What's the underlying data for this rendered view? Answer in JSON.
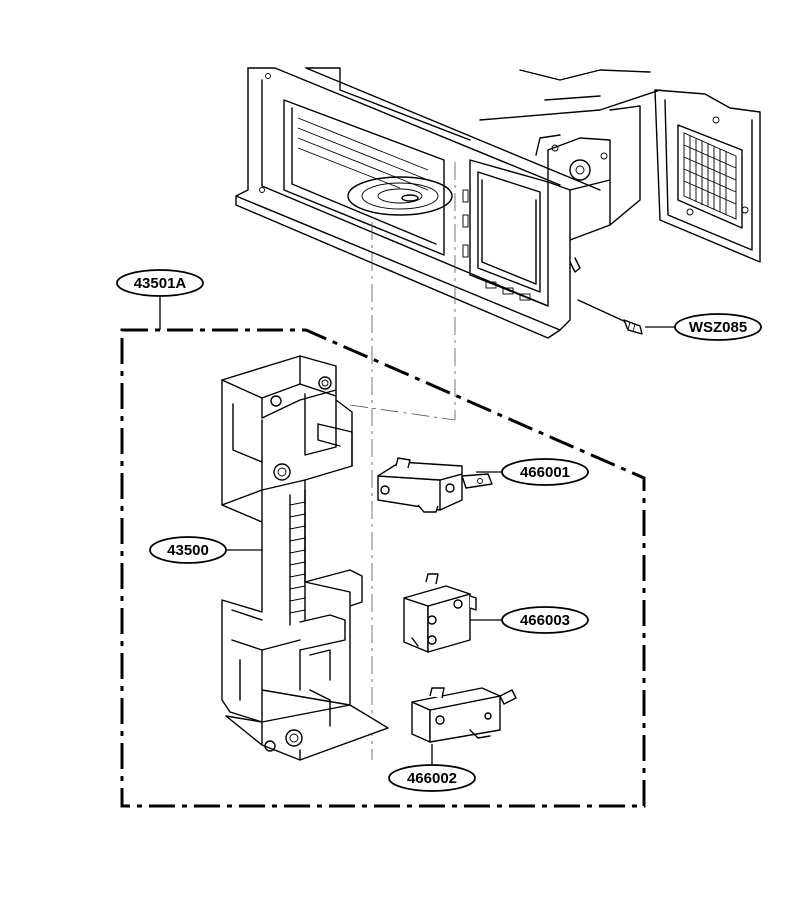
{
  "callouts": {
    "latch_assembly": "43501A",
    "latch_board": "43500",
    "switch_upper": "466001",
    "switch_middle": "466003",
    "switch_lower": "466002",
    "screw": "WSZ085"
  }
}
